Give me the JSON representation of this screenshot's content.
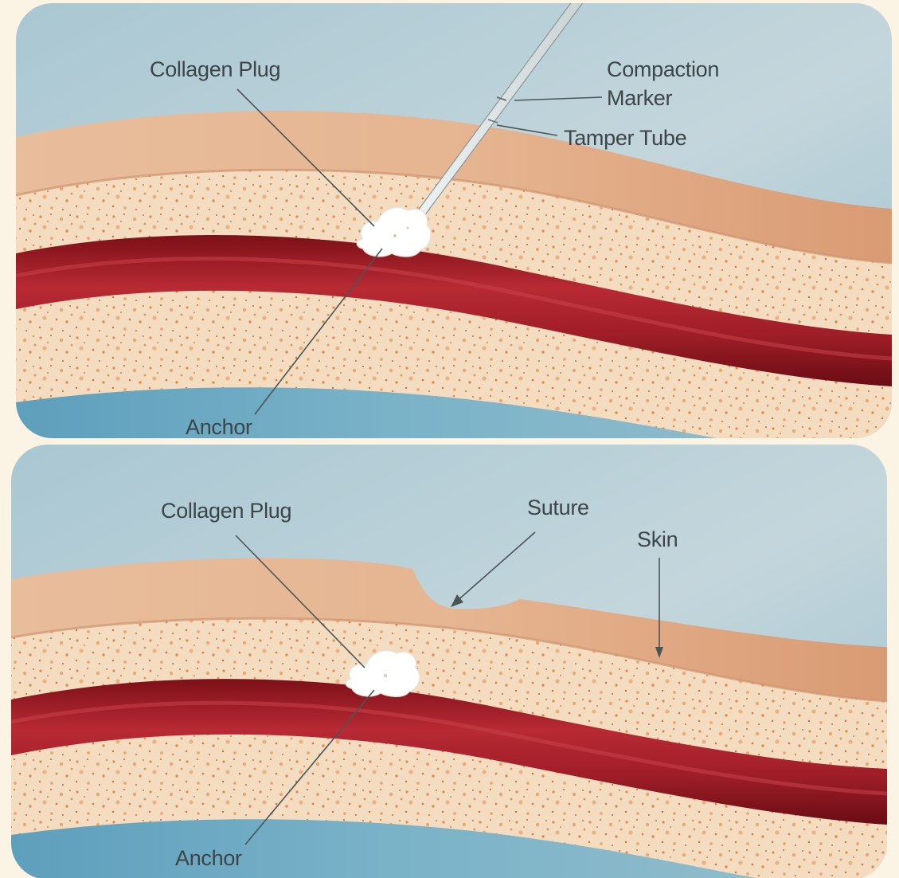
{
  "panels": [
    {
      "id": "top",
      "stage": "deployment",
      "labels": {
        "collagen_plug": "Collagen Plug",
        "compaction_marker_line1": "Compaction",
        "compaction_marker_line2": "Marker",
        "tamper_tube": "Tamper Tube",
        "anchor": "Anchor"
      }
    },
    {
      "id": "bottom",
      "stage": "sealed",
      "labels": {
        "collagen_plug": "Collagen Plug",
        "suture": "Suture",
        "skin": "Skin",
        "anchor": "Anchor"
      }
    }
  ],
  "colors": {
    "background": "#fbf3e4",
    "air": "#b7cdd5",
    "skin": "#e2b08e",
    "tissue": "#f3dcc0",
    "tissue_speckle": "#e09050",
    "vessel": "#a0202a",
    "plug": "#ffffff",
    "lower_fluid": "#6da9c2",
    "label_text": "#3c4548"
  }
}
